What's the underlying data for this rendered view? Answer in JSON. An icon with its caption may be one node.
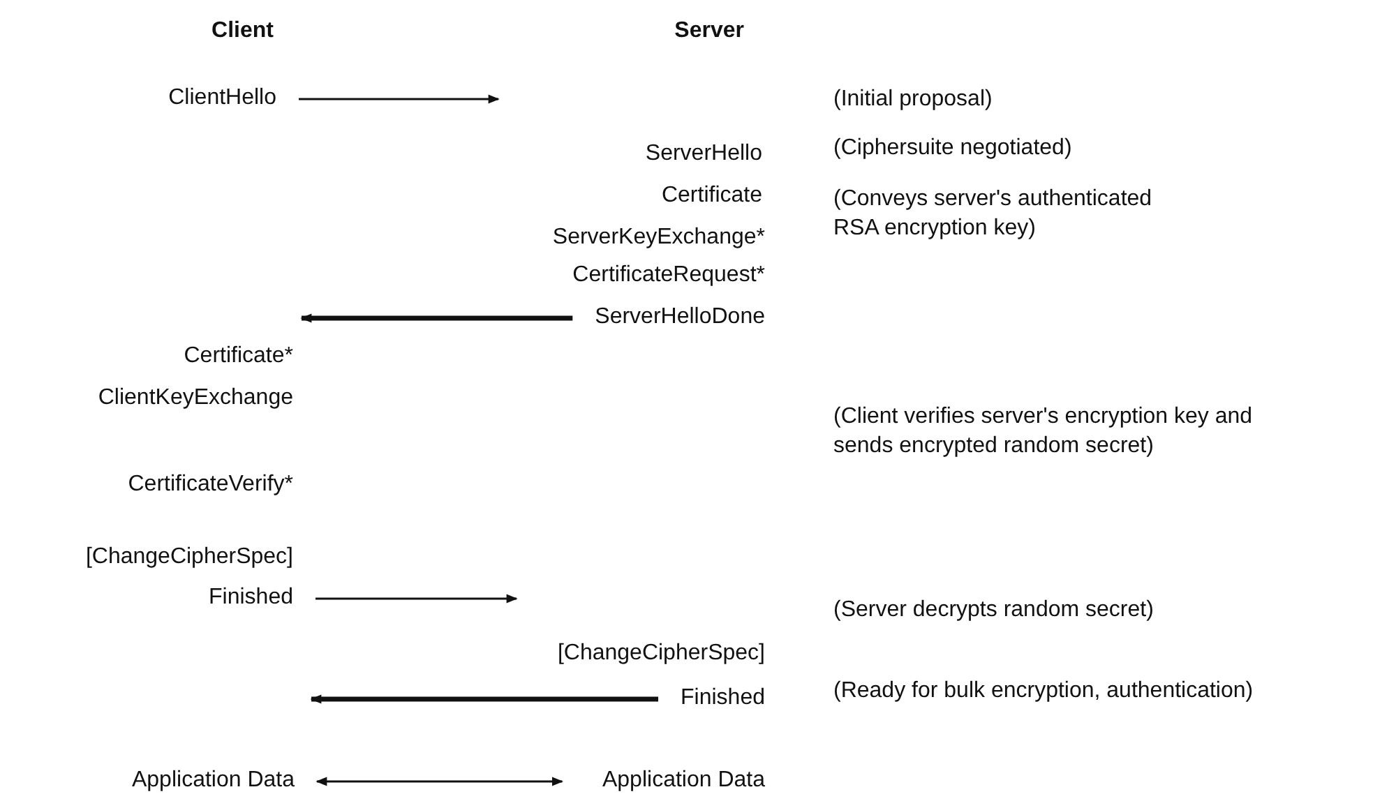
{
  "diagram": {
    "nodes": [
      {
        "text": [
          "ClientHello"
        ]
      },
      {
        "text": [
          "ServerHelloDone"
        ]
      },
      {
        "text": [
          "Finished"
        ]
      },
      {
        "text": [
          "Finished"
        ]
      },
      {
        "text": [
          "Application Data"
        ]
      },
      {
        "text": [
          "Application Data"
        ]
      }
    ],
    "edges": [
      {
        "from": 0,
        "to": null,
        "arrow": "to"
      },
      {
        "from": 1,
        "to": null,
        "arrow": "to",
        "style": "thick"
      },
      {
        "from": 2,
        "to": null,
        "arrow": "to"
      },
      {
        "from": 3,
        "to": null,
        "arrow": "to",
        "style": "thick"
      },
      {
        "from": 4,
        "to": 5,
        "arrow": "both"
      }
    ],
    "labels": [
      "Client",
      "Server",
      "(Initial proposal)",
      "ServerHello",
      "(Ciphersuite negotiated)",
      "Certificate",
      "(Conveys server's authenticated RSA encryption key)",
      "ServerKeyExchange*",
      "CertificateRequest*",
      "Certificate*",
      "ClientKeyExchange",
      "(Client verifies server's encryption key and sends encrypted random secret)",
      "CertificateVerify*",
      "[ChangeCipherSpec]",
      "(Server decrypts random secret)",
      "[ChangeCipherSpec]",
      "(Ready for bulk encryption, authentication)"
    ]
  }
}
